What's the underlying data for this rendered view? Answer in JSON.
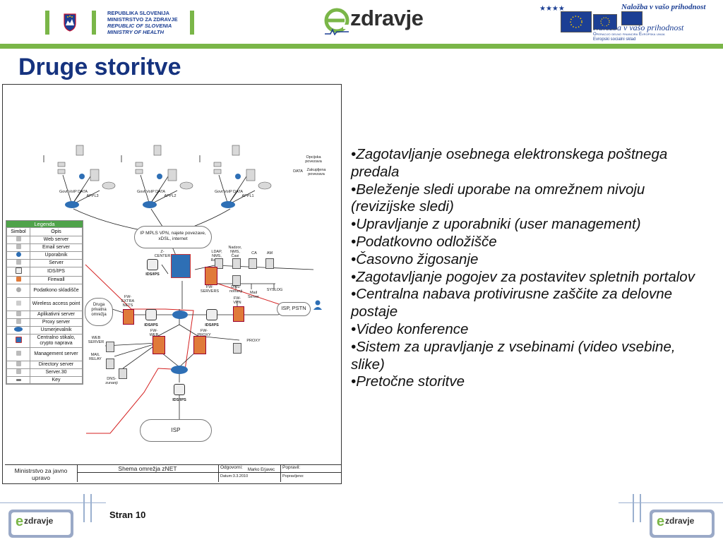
{
  "header": {
    "gov_lines": [
      "REPUBLIKA SLOVENIJA",
      "MINISTRSTVO ZA ZDRAVJE",
      "REPUBLIC OF SLOVENIA",
      "MINISTRY OF HEALTH"
    ],
    "brand": "zdravje",
    "brand_prefix": "e",
    "eu_slogan": "Naložba v vašo prihodnost",
    "eu_line1": "Operacijo delno financira Evropska unija",
    "eu_line2": "Evropski socialni sklad"
  },
  "slide": {
    "title": "Druge storitve",
    "bullets": [
      "Zagotavljanje osebnega elektronskega poštnega predala",
      "Beleženje sledi uporabe na omrežnem nivoju (revizijske sledi)",
      "Upravljanje z uporabniki (user management)",
      "Podatkovno odložišče",
      "Časovno žigosanje",
      "Zagotavljanje pogojev za postavitev spletnih portalov",
      "Centralna nabava protivirusne zaščite za delovne postaje",
      "Video konference",
      "Sistem za upravljanje z vsebinami (video vsebine, slike)",
      "Pretočne storitve"
    ]
  },
  "diagram": {
    "sites": [
      {
        "label": "APPL3",
        "vlabels": "Govt  VoIP  DATA"
      },
      {
        "label": "APPL2",
        "vlabels": "Govt  VoIP  DATA"
      },
      {
        "label": "APPL1",
        "vlabels": "Govt  VoIP  DATA"
      }
    ],
    "key_lines": [
      "Opcijska povezava",
      "Zakupljena povezava"
    ],
    "key_data": "DATA",
    "cloud_mpls": "IP MPLS VPN, najete povezave, xDSL, internet",
    "cloud_private": "Druga privatna omrežja",
    "cloud_isp_pstn": "ISP, PSTN",
    "cloud_isp": "ISP",
    "labels": {
      "z_center": "Z-CENTER",
      "ids1": "IDS/IPS",
      "ldap": "LDAP, NMS, Radius",
      "nadzor": "Nadzor, NMS, Časi",
      "ca": "CA",
      "am": "AM",
      "fw_servers": "FW-SERVERS",
      "dns_notranji": "DNS-notranji",
      "mail_server": "Mail Server",
      "syslog": "SYSLOG",
      "fw_vpn": "FW-VPN",
      "fw_extranets": "FW-EXTRA NETS",
      "ids2": "IDS/IPS",
      "ids3": "IDS/IPS",
      "fw_web": "FW-WEB",
      "fw_proxy": "FW-PROXY",
      "proxy": "PROXY",
      "web_server": "WEB SERVER",
      "mail_relay": "MAIL RELAY",
      "dns_zunanji": "DNS-zunanji",
      "ids4": "IDS/IPS"
    },
    "legend": {
      "title": "Legenda",
      "col_symbol": "Simbol",
      "col_desc": "Opis",
      "rows": [
        "Web server",
        "Email server",
        "Uporabnik",
        "Server",
        "IDS/IPS",
        "Firewall",
        "Podatkono skladišče",
        "Wireless access point",
        "Aplikativni server",
        "Proxy server",
        "Usmerjevalnik",
        "Centralno stikalo, crypto naprava",
        "Management server",
        "Directory server",
        "Server.30",
        "Key"
      ]
    },
    "title_block": {
      "org": "Ministrstvo za javno upravo",
      "name": "Shema omrežja zNET",
      "resp_label": "Odgovorni:",
      "resp_name": "Marko Erjavec",
      "date": "Datum:3.3.2010",
      "rev_label": "Popravil:",
      "rev2_label": "Popravljeno:"
    }
  },
  "footer": {
    "page_label": "Stran 10",
    "brand": "zdravje",
    "brand_prefix": "e"
  },
  "colors": {
    "title": "#16337f",
    "green": "#7ab648",
    "router": "#2e6fb5",
    "firewall": "#e07a3a",
    "redline": "#d42020"
  }
}
